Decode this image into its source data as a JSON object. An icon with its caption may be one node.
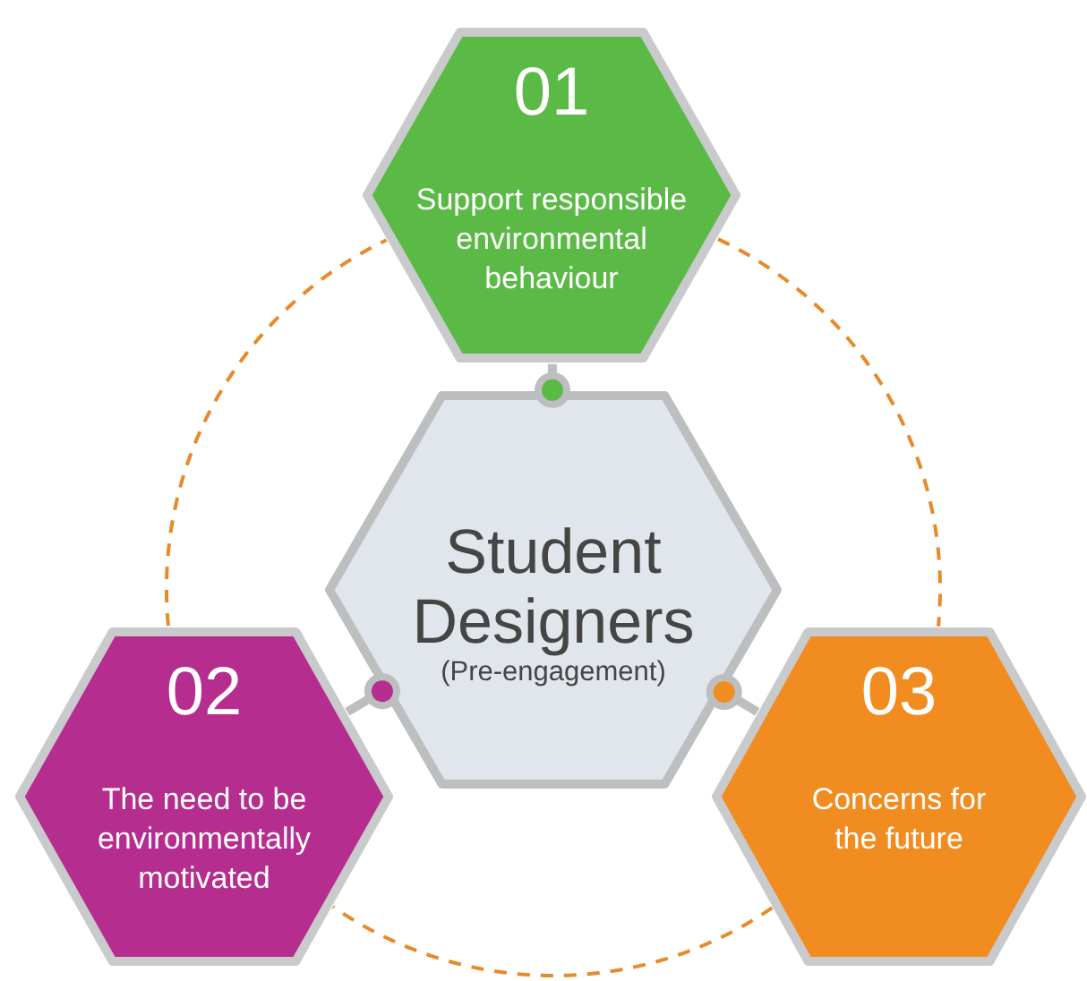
{
  "diagram": {
    "nodes": [
      {
        "text": [
          "Student Designers",
          "(Pre-engagement)"
        ]
      },
      {
        "text": [
          "01",
          "Support responsible environmental behaviour"
        ]
      },
      {
        "text": [
          "02",
          "The need to be environmentally motivated"
        ]
      },
      {
        "text": [
          "03",
          "Concerns for the future"
        ]
      }
    ],
    "edges": [
      {
        "from": 1,
        "to": 0,
        "arrow": "other",
        "style": "thick"
      },
      {
        "from": 2,
        "to": 0,
        "arrow": "other",
        "style": "thick"
      },
      {
        "from": 3,
        "to": 0,
        "arrow": "other",
        "style": "thick"
      },
      {
        "from": 1,
        "to": 3,
        "arrow": "none",
        "style": "dashed",
        "color": "#e8892a"
      },
      {
        "from": 3,
        "to": 2,
        "arrow": "none",
        "style": "dashed",
        "color": "#e8892a"
      },
      {
        "from": 2,
        "to": 1,
        "arrow": "none",
        "style": "dashed",
        "color": "#e8892a"
      }
    ]
  }
}
